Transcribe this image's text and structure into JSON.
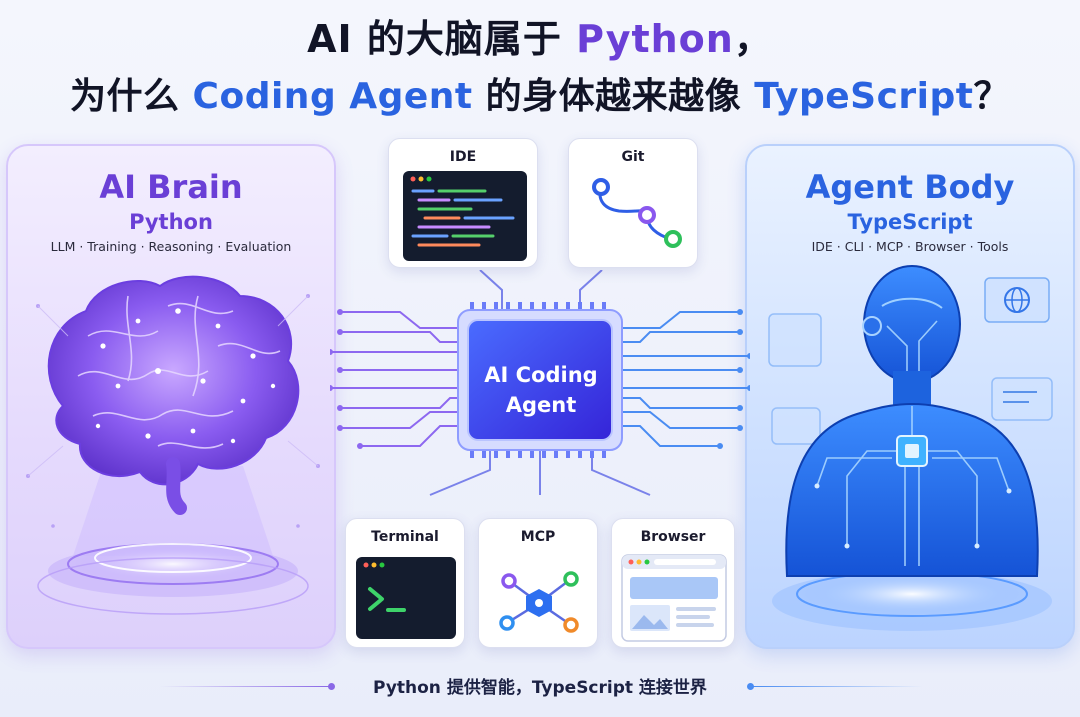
{
  "title": {
    "line1_pre": "AI 的大脑属于 ",
    "line1_accent": "Python",
    "line1_post": "，",
    "line2_pre": "为什么 ",
    "line2_accent": "Coding Agent",
    "line2_mid": " 的身体越来越像 ",
    "line2_accent2": "TypeScript",
    "line2_post": "？"
  },
  "left_panel": {
    "title": "AI Brain",
    "subtitle": "Python",
    "tags": "LLM · Training · Reasoning · Evaluation"
  },
  "right_panel": {
    "title": "Agent Body",
    "subtitle": "TypeScript",
    "tags": "IDE · CLI · MCP · Browser · Tools"
  },
  "center": {
    "chip_line1": "AI Coding",
    "chip_line2": "Agent"
  },
  "cards": {
    "ide": "IDE",
    "git": "Git",
    "terminal": "Terminal",
    "mcp": "MCP",
    "browser": "Browser"
  },
  "footer": {
    "text": "Python 提供智能，TypeScript 连接世界"
  },
  "colors": {
    "purple": "#6a3fd6",
    "blue": "#2a63e0",
    "chip": "#3b3fe0",
    "brain": "#8a5cf0",
    "body": "#2f7df0"
  }
}
